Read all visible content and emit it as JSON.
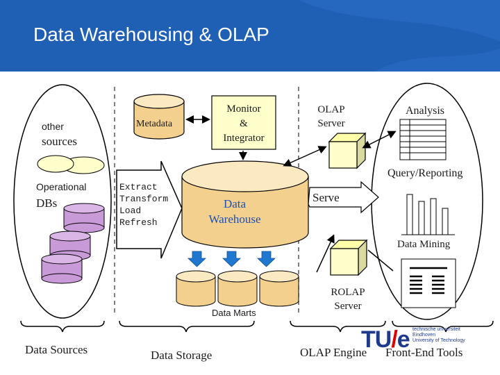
{
  "title": "Data Warehousing & OLAP",
  "labels": {
    "other": "other",
    "sources": "sources",
    "operational": "Operational",
    "dbs": "DBs",
    "metadata": "Metadata",
    "monitor": [
      "Monitor",
      "&",
      "Integrator"
    ],
    "etl": [
      "Extract",
      "Transform",
      "Load",
      "Refresh"
    ],
    "data_warehouse": [
      "Data",
      "Warehouse"
    ],
    "serve": "Serve",
    "olap_server": [
      "OLAP",
      "Server"
    ],
    "rolap_server": [
      "ROLAP",
      "Server"
    ],
    "data_marts": "Data Marts",
    "analysis": "Analysis",
    "query_reporting": "Query/Reporting",
    "data_mining": "Data Mining"
  },
  "footer": {
    "data_sources": "Data Sources",
    "data_storage": "Data Storage",
    "olap_engine": "OLAP Engine",
    "front_end_tools": "Front-End Tools"
  },
  "logo": {
    "text_left": "TU",
    "slash": "/",
    "text_right": "e",
    "subtitle": "technische universiteit\nEindhoven\nUniversity of Technology"
  },
  "colors": {
    "header": "#1f5fb4",
    "cylinder": "#f3d08e",
    "cylinder_top": "#fbe9c2",
    "db": "#c99ad8",
    "cube": "#ffffcc",
    "db_small": "#ffffcc",
    "arrow": "#1f77d0"
  }
}
